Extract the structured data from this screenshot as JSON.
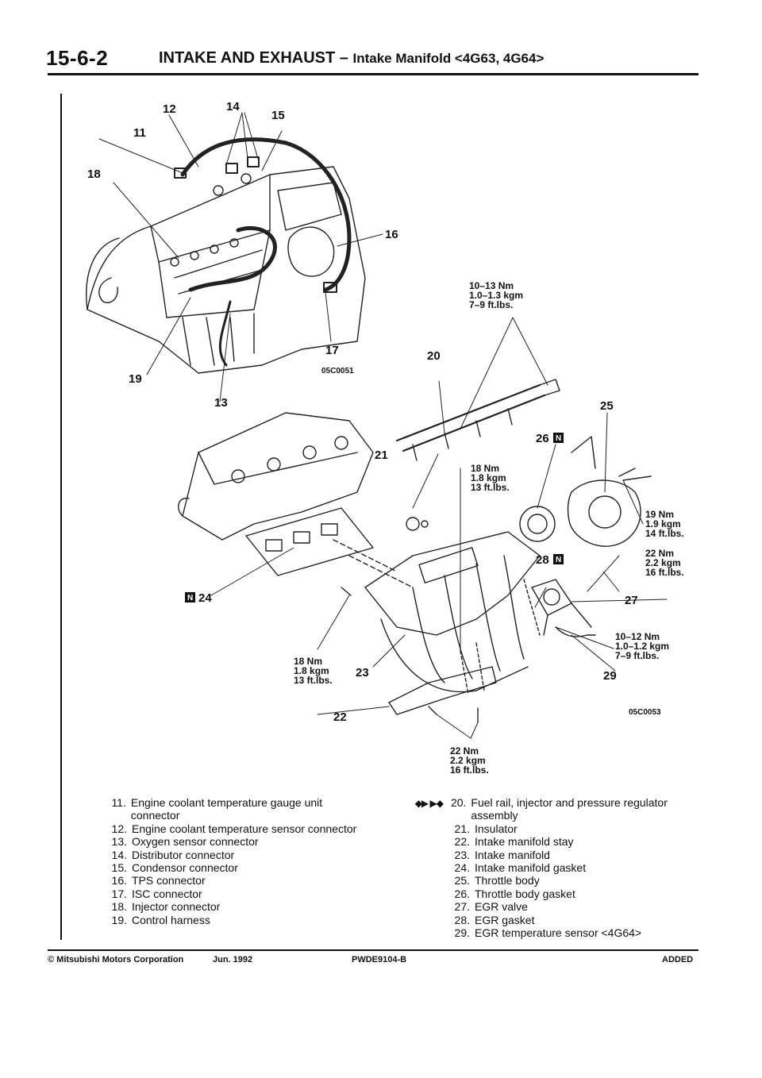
{
  "header": {
    "page_number": "15-6-2",
    "title": "INTAKE AND EXHAUST – ",
    "subtitle": "Intake Manifold <4G63, 4G64>"
  },
  "diagram": {
    "callouts": {
      "c11": "11",
      "c12": "12",
      "c13": "13",
      "c14": "14",
      "c15": "15",
      "c16": "16",
      "c17": "17",
      "c18": "18",
      "c19": "19",
      "c20": "20",
      "c21": "21",
      "c22": "22",
      "c23": "23",
      "c24": "24",
      "c25": "25",
      "c26": "26",
      "c27": "27",
      "c28": "28",
      "c29": "29"
    },
    "new_part_mark": "N",
    "figure_codes": {
      "upper": "05C0051",
      "lower": "05C0053"
    },
    "torques": {
      "fuel_rail": [
        "10–13 Nm",
        "1.0–1.3 kgm",
        "7–9 ft.lbs."
      ],
      "insulator": [
        "18 Nm",
        "1.8 kgm",
        "13 ft.lbs."
      ],
      "throttle_body": [
        "19 Nm",
        "1.9 kgm",
        "14 ft.lbs."
      ],
      "egr_valve": [
        "22 Nm",
        "2.2 kgm",
        "16 ft.lbs."
      ],
      "egr_sensor": [
        "10–12 Nm",
        "1.0–1.2 kgm",
        "7–9 ft.lbs."
      ],
      "manifold_nut": [
        "18 Nm",
        "1.8 kgm",
        "13 ft.lbs."
      ],
      "stay_bolt": [
        "22 Nm",
        "2.2 kgm",
        "16 ft.lbs."
      ]
    }
  },
  "legend": {
    "left": [
      {
        "num": "11.",
        "text": "Engine coolant temperature gauge unit connector"
      },
      {
        "num": "12.",
        "text": "Engine coolant temperature sensor connector"
      },
      {
        "num": "13.",
        "text": "Oxygen sensor connector"
      },
      {
        "num": "14.",
        "text": "Distributor connector"
      },
      {
        "num": "15.",
        "text": "Condensor connector"
      },
      {
        "num": "16.",
        "text": "TPS connector"
      },
      {
        "num": "17.",
        "text": "ISC connector"
      },
      {
        "num": "18.",
        "text": "Injector connector"
      },
      {
        "num": "19.",
        "text": "Control harness"
      }
    ],
    "right_symbols": "◆▶ ▶◆",
    "right": [
      {
        "num": "20.",
        "text": "Fuel rail, injector and pressure regulator assembly"
      },
      {
        "num": "21.",
        "text": "Insulator"
      },
      {
        "num": "22.",
        "text": "Intake manifold stay"
      },
      {
        "num": "23.",
        "text": "Intake manifold"
      },
      {
        "num": "24.",
        "text": "Intake manifold gasket"
      },
      {
        "num": "25.",
        "text": "Throttle body"
      },
      {
        "num": "26.",
        "text": "Throttle body gasket"
      },
      {
        "num": "27.",
        "text": "EGR valve"
      },
      {
        "num": "28.",
        "text": "EGR gasket"
      },
      {
        "num": "29.",
        "text": "EGR temperature sensor <4G64>"
      }
    ]
  },
  "footer": {
    "copyright": "© Mitsubishi Motors Corporation",
    "date": "Jun. 1992",
    "doc_code": "PWDE9104-B",
    "status": "ADDED"
  }
}
